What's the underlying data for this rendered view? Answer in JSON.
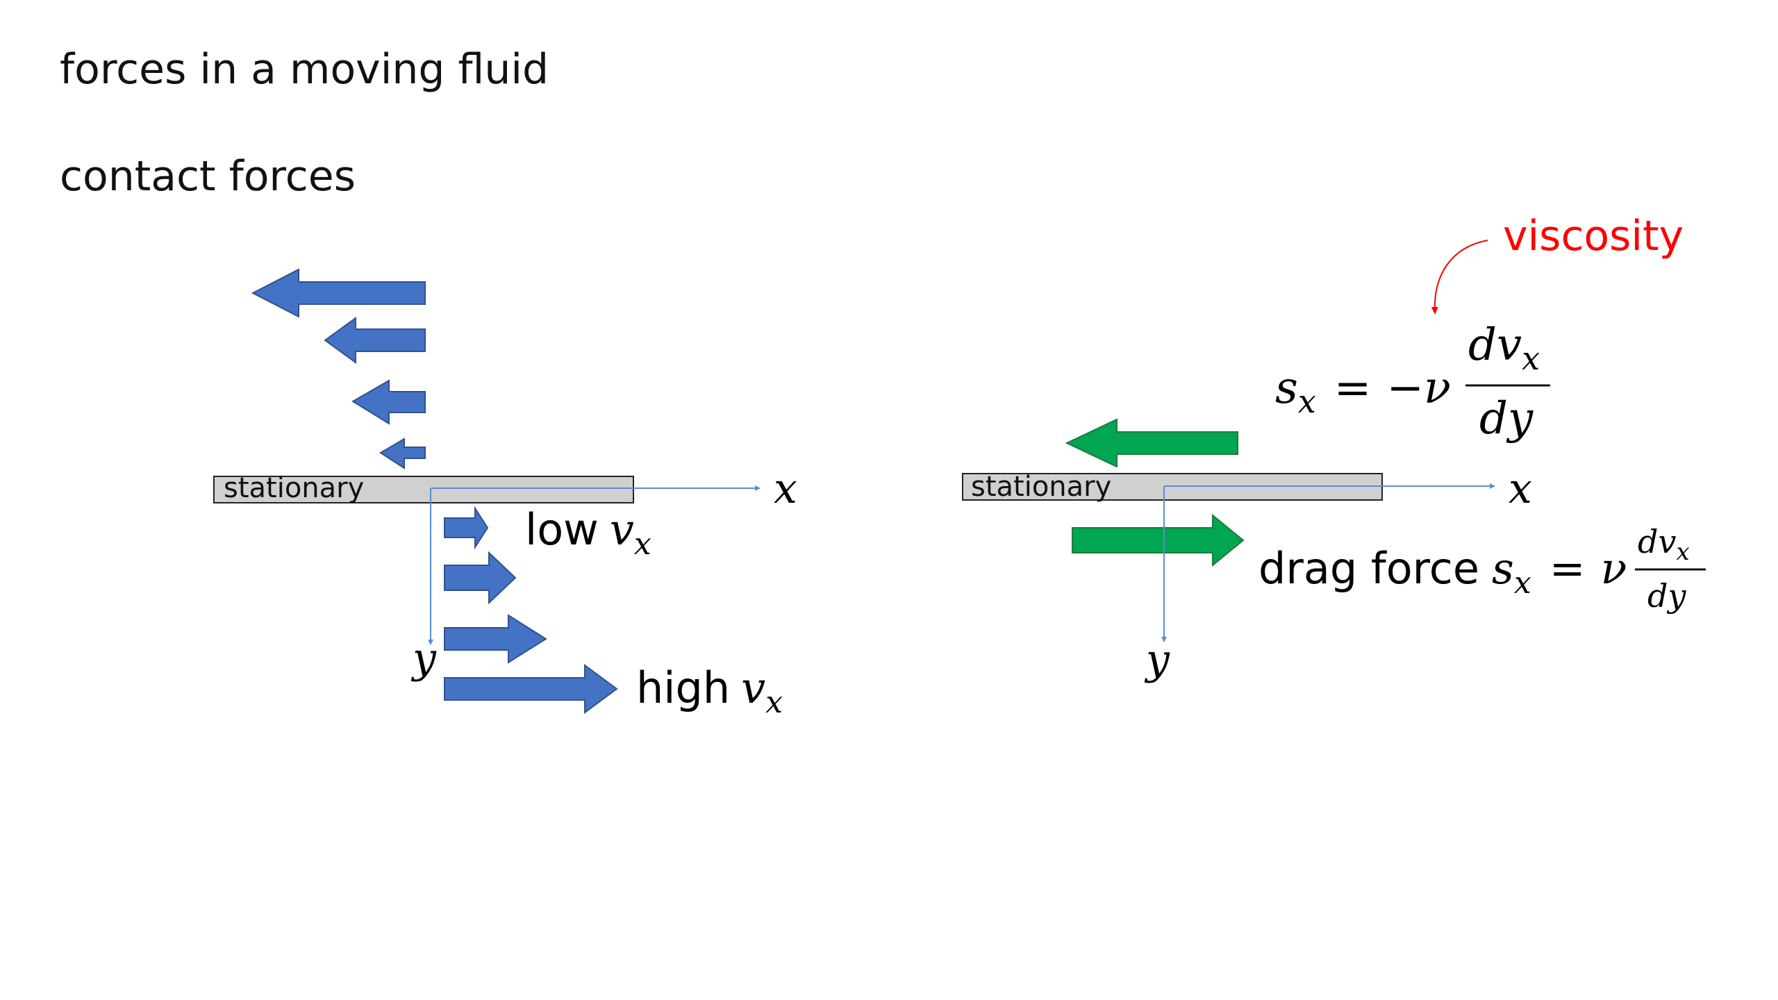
{
  "slide": {
    "title": "forces in a moving fluid",
    "subtitle": "contact forces"
  },
  "left_panel": {
    "plate_label": "stationary",
    "x_axis": "x",
    "y_axis": "y",
    "low_label": "low",
    "high_label": "high",
    "v_symbol": "v",
    "v_subscript": "x"
  },
  "right_panel": {
    "plate_label": "stationary",
    "x_axis": "x",
    "y_axis": "y",
    "viscosity_label": "viscosity",
    "eq_lhs": "s",
    "eq_lhs_sub": "x",
    "eq_equals": "=",
    "eq_minus_nu": "−ν",
    "eq_num": "dv",
    "eq_num_sub": "x",
    "eq_den": "dy",
    "drag_label": "drag force",
    "drag_lhs": "s",
    "drag_lhs_sub": "x",
    "drag_equals": "=",
    "drag_nu": "ν",
    "drag_num": "dv",
    "drag_num_sub": "x",
    "drag_den": "dy"
  },
  "colors": {
    "blue_arrow": "#4472C4",
    "blue_arrow_stroke": "#2F528F",
    "green_arrow": "#00A651",
    "green_arrow_stroke": "#1E7A3C",
    "plate_fill": "#D0D0D0",
    "axis": "#5B8BD6",
    "viscosity": "#FF0000"
  }
}
